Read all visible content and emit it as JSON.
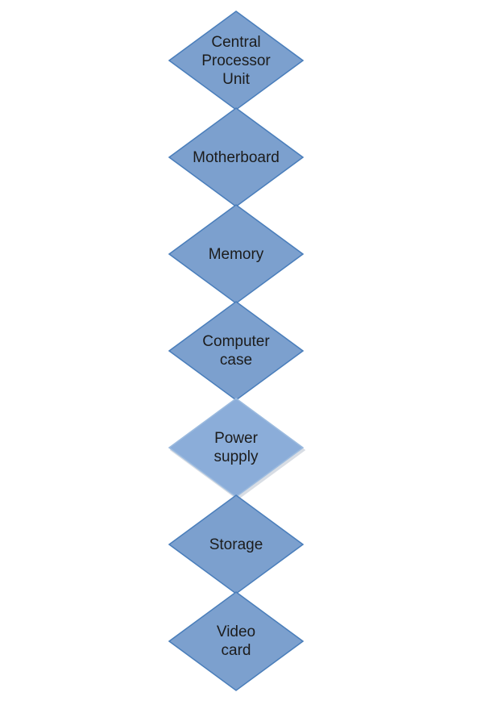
{
  "canvas": {
    "background": "#ffffff",
    "text_color": "#1c1c1c"
  },
  "diagram": {
    "type": "vertical-diamond-list",
    "nodes": [
      {
        "label": "Central\nProcessor\nUnit",
        "fill": "#7ca0ce",
        "stroke": "#4a7ebb"
      },
      {
        "label": "Motherboard",
        "fill": "#7ca0ce",
        "stroke": "#4a7ebb"
      },
      {
        "label": "Memory",
        "fill": "#7ca0ce",
        "stroke": "#4a7ebb"
      },
      {
        "label": "Computer\ncase",
        "fill": "#7ca0ce",
        "stroke": "#4a7ebb"
      },
      {
        "label": "Power\nsupply",
        "fill": "#8badd9",
        "stroke": "#9cbbdf"
      },
      {
        "label": "Storage",
        "fill": "#7ca0ce",
        "stroke": "#4a7ebb"
      },
      {
        "label": "Video\ncard",
        "fill": "#7ca0ce",
        "stroke": "#4a7eba"
      }
    ]
  }
}
